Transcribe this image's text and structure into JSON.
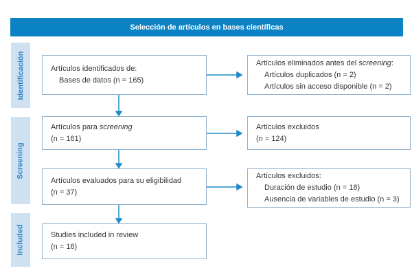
{
  "header": "Selección de artículos en bases científicas",
  "phases": [
    "Identificación",
    "Screening",
    "Included"
  ],
  "boxes": {
    "identified": {
      "l1": "Artículos identificados de:",
      "l2": "Bases de datos (n = 165)"
    },
    "removed": {
      "l1a": "Artículos eliminados antes del ",
      "l1b": "screening",
      "l1c": ":",
      "l2": "Artículos duplicados (n = 2)",
      "l3": "Artículos sin acceso disponible (n = 2)"
    },
    "screening": {
      "l1a": "Artículos para ",
      "l1b": "screening",
      "l2": "(n = 161)"
    },
    "excluded1": {
      "l1": "Artículos excluidos",
      "l2": "(n = 124)"
    },
    "eligibility": {
      "l1": "Artículos evaluados para su eligibilidad",
      "l2": "(n = 37)"
    },
    "excluded2": {
      "l1": "Artículos excluidos:",
      "l2": "Duración de estudio (n = 18)",
      "l3": "Ausencia de variables de estudio (n = 3)"
    },
    "included": {
      "l1": "Studies included in review",
      "l2": "(n = 16)"
    }
  },
  "colors": {
    "accent": "#0a82c4",
    "phase_bg": "#cfe1f1",
    "arrow": "#1a8ac9"
  }
}
